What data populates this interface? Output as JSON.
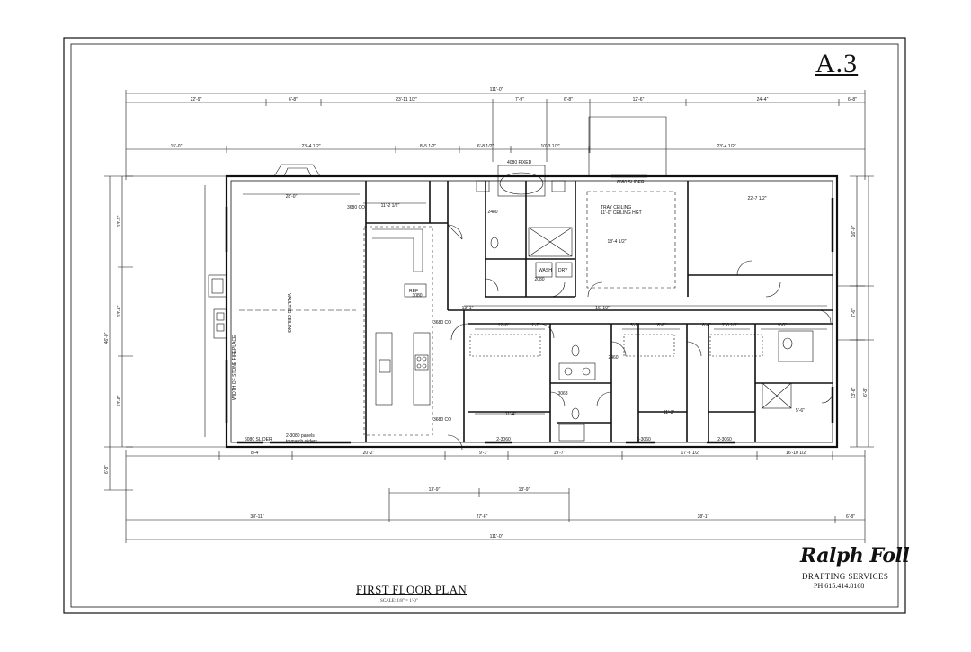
{
  "sheet": {
    "number": "A.3",
    "title": "FIRST FLOOR PLAN",
    "scale_note": "SCALE: 1/8\" = 1'-0\""
  },
  "title_block": {
    "firm": "Ralph Foll",
    "subtitle": "DRAFTING SERVICES",
    "phone": "PH 615.414.8168"
  },
  "plan": {
    "room_notes": {
      "vaulted_ceiling": "VAULTED CEILING",
      "tray_ceiling": "TRAY CEILING",
      "tray_height": "11'-0\" CEILING HGT",
      "slider_left": "6080 SLIDER",
      "panels_note": "2-3080 panels",
      "panels_note2": "to match sliders",
      "slider_top": "6080 SLIDER",
      "cased_opening_1": "3680 CO",
      "cased_opening_2": "3680 CO",
      "cased_opening_3": "3680 CO",
      "fixed_window": "4080 FIXED",
      "wash": "WASH",
      "dry": "DRY",
      "ref": "REF",
      "stone_note": "WIDTH OF STONE FIREPLACE"
    },
    "top_dims_row1": [
      "22'-9\"",
      "6'-8\"",
      "23'-11 1/2\"",
      "7'-9\"",
      "6'-8\"",
      "12'-6\"",
      "24'-4\"",
      "6'-8\""
    ],
    "top_dims_row2": [
      "15'-0\"",
      "23'-4 1/2\"",
      "8'-5 1/2\"",
      "6'-8 1/2\"",
      "10'-3 1/2\"",
      "23'-4 1/2\""
    ],
    "overall_top": "111'-0\"",
    "overall_bottom": "111'-0\"",
    "bottom_dims_row1": [
      "8'-4\"",
      "20'-2\"",
      "9'-1\"",
      "19'-7\"",
      "17'-6 1/2\"",
      "16'-10 1/2\""
    ],
    "bottom_dims_row2": [
      "13'-9\"",
      "13'-9\""
    ],
    "bottom_dims_row3": [
      "38'-11\"",
      "27'-6\"",
      "38'-1\"",
      "6'-8\""
    ],
    "left_dims": [
      "46'-0\"",
      "13'-6\"",
      "13'-6\"",
      "13'-6\"",
      "6'-8\""
    ],
    "right_dims": [
      "16'-0\"",
      "7'-6\"",
      "13'-6\"",
      "6'-8\""
    ],
    "interior_labels": [
      "28'-0\"",
      "11'-2 1/2\"",
      "13'-1\"",
      "16'-10\"",
      "22'-7 1/2\"",
      "18'-4 1/2\"",
      "12'-0\"",
      "11'-4\"",
      "11'-3\"",
      "7'-0 1/2\"",
      "8'-6\"",
      "9'-0\"",
      "6'-6\"",
      "5'-6\"",
      "3'-1\"",
      "2'-7\"",
      "2080",
      "3080",
      "2480",
      "2460",
      "3068",
      "2-3060",
      "2-3060",
      "2-3060"
    ]
  }
}
